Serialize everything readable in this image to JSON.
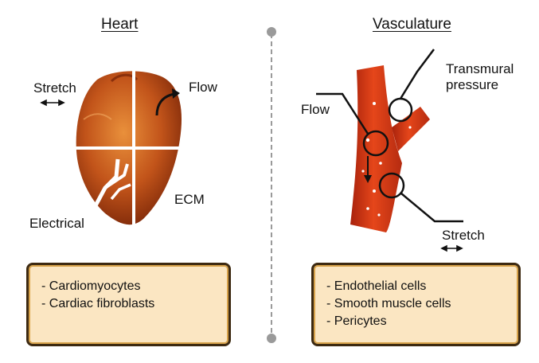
{
  "heart": {
    "title": "Heart",
    "labels": {
      "stretch": "Stretch",
      "flow": "Flow",
      "ecm": "ECM",
      "electrical": "Electrical"
    },
    "cells": [
      "Cardiomyocytes",
      "Cardiac fibroblasts"
    ]
  },
  "vasculature": {
    "title": "Vasculature",
    "labels": {
      "flow": "Flow",
      "transmural_line1": "Transmural",
      "transmural_line2": "pressure",
      "stretch": "Stretch"
    },
    "cells": [
      "Endothelial cells",
      "Smooth muscle cells",
      "Pericytes"
    ]
  },
  "colors": {
    "heart": "#b9531a",
    "vessel": "#d63a16",
    "box_fill": "#fbe6c2",
    "box_border": "#3d2a12",
    "divider": "#9a9a9a"
  }
}
